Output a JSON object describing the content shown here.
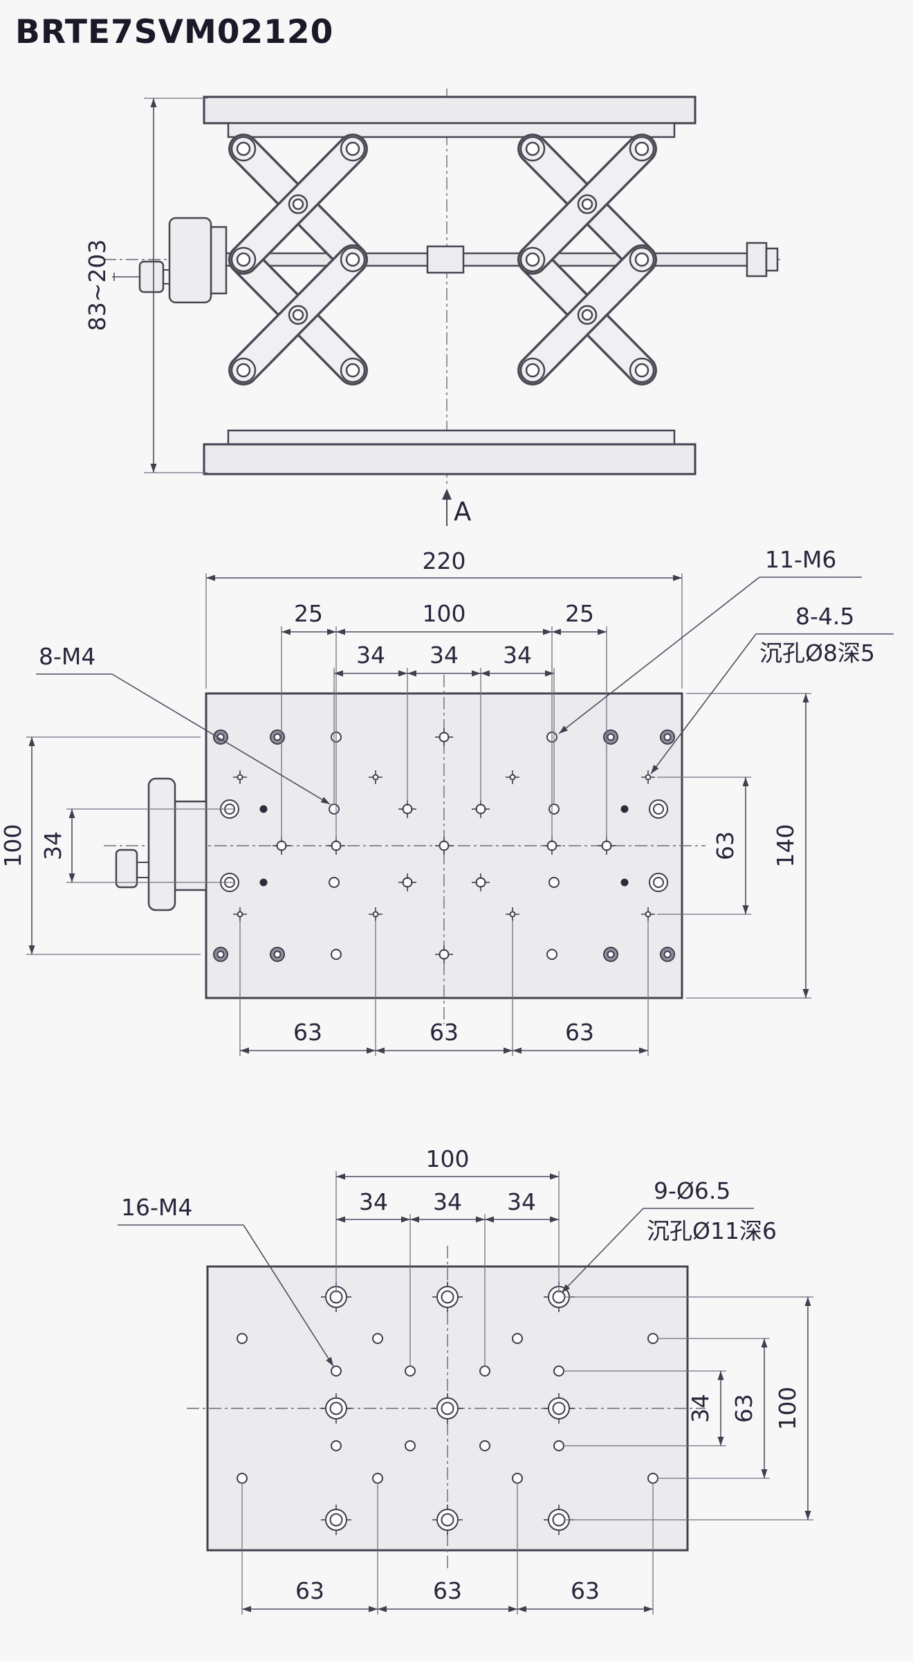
{
  "title": "BRTE7SVM02120",
  "colors": {
    "line": "#42424e",
    "dimension": "#4e4e60",
    "plate_fill": "#ebebee",
    "background": "#f7f7f8"
  },
  "side_view": {
    "height_range": "83~203",
    "section_label": "A"
  },
  "top_view": {
    "dim_overall_width": "220",
    "dim_left_offset": "25",
    "dim_center_span": "100",
    "dim_right_offset": "25",
    "dim_pitch": [
      "34",
      "34",
      "34"
    ],
    "dim_bottom": [
      "63",
      "63",
      "63"
    ],
    "dim_left_outer": "100",
    "dim_left_inner": "34",
    "dim_right_inner": "63",
    "dim_right_outer": "140",
    "label_m6": "11-M6",
    "label_m4": "8-M4",
    "label_cb_line1": "8-4.5",
    "label_cb_line2": "沉孔Ø8深5",
    "holes": [
      [
        "dark",
        319,
        1065
      ],
      [
        "dark",
        401,
        1065
      ],
      [
        "small",
        486,
        1065
      ],
      [
        "diamond",
        642,
        1065
      ],
      [
        "small",
        798,
        1065
      ],
      [
        "dark",
        883,
        1065
      ],
      [
        "dark",
        965,
        1065
      ],
      [
        "cross",
        347,
        1123
      ],
      [
        "cross",
        543,
        1123
      ],
      [
        "cross",
        741,
        1123
      ],
      [
        "cross",
        937,
        1123
      ],
      [
        "cb",
        332,
        1169
      ],
      [
        "dot",
        381,
        1169
      ],
      [
        "small",
        483,
        1169
      ],
      [
        "diamond",
        589,
        1169
      ],
      [
        "diamond",
        695,
        1169
      ],
      [
        "small",
        801,
        1169
      ],
      [
        "dot",
        903,
        1169
      ],
      [
        "cb",
        952,
        1169
      ],
      [
        "diamond",
        407,
        1222
      ],
      [
        "diamond",
        486,
        1222
      ],
      [
        "diamond",
        642,
        1222
      ],
      [
        "diamond",
        798,
        1222
      ],
      [
        "diamond",
        877,
        1222
      ],
      [
        "cb",
        332,
        1275
      ],
      [
        "dot",
        381,
        1275
      ],
      [
        "small",
        483,
        1275
      ],
      [
        "diamond",
        589,
        1275
      ],
      [
        "diamond",
        695,
        1275
      ],
      [
        "small",
        801,
        1275
      ],
      [
        "dot",
        903,
        1275
      ],
      [
        "cb",
        952,
        1275
      ],
      [
        "cross",
        347,
        1321
      ],
      [
        "cross",
        543,
        1321
      ],
      [
        "cross",
        741,
        1321
      ],
      [
        "cross",
        937,
        1321
      ],
      [
        "dark",
        319,
        1379
      ],
      [
        "dark",
        401,
        1379
      ],
      [
        "small",
        486,
        1379
      ],
      [
        "diamond",
        642,
        1379
      ],
      [
        "small",
        798,
        1379
      ],
      [
        "dark",
        883,
        1379
      ],
      [
        "dark",
        965,
        1379
      ]
    ]
  },
  "bottom_view": {
    "dim_center_span": "100",
    "dim_pitch": [
      "34",
      "34",
      "34"
    ],
    "dim_bottom": [
      "63",
      "63",
      "63"
    ],
    "dim_right_inner": "34",
    "dim_right_mid": "63",
    "dim_right_outer": "100",
    "label_m4": "16-M4",
    "label_cb_line1": "9-Ø6.5",
    "label_cb_line2": "沉孔Ø11深6",
    "holes": [
      [
        "cb2",
        486,
        1874
      ],
      [
        "cb2",
        647,
        1874
      ],
      [
        "cb2",
        808,
        1874
      ],
      [
        "small",
        350,
        1934
      ],
      [
        "small",
        546,
        1934
      ],
      [
        "small",
        748,
        1934
      ],
      [
        "small",
        944,
        1934
      ],
      [
        "small",
        486,
        1981
      ],
      [
        "small",
        593,
        1981
      ],
      [
        "small",
        701,
        1981
      ],
      [
        "small",
        808,
        1981
      ],
      [
        "cb2",
        486,
        2035
      ],
      [
        "cb2",
        647,
        2035
      ],
      [
        "cb2",
        808,
        2035
      ],
      [
        "small",
        486,
        2089
      ],
      [
        "small",
        593,
        2089
      ],
      [
        "small",
        701,
        2089
      ],
      [
        "small",
        808,
        2089
      ],
      [
        "small",
        350,
        2136
      ],
      [
        "small",
        546,
        2136
      ],
      [
        "small",
        748,
        2136
      ],
      [
        "small",
        944,
        2136
      ],
      [
        "cb2",
        486,
        2196
      ],
      [
        "cb2",
        647,
        2196
      ],
      [
        "cb2",
        808,
        2196
      ]
    ]
  }
}
